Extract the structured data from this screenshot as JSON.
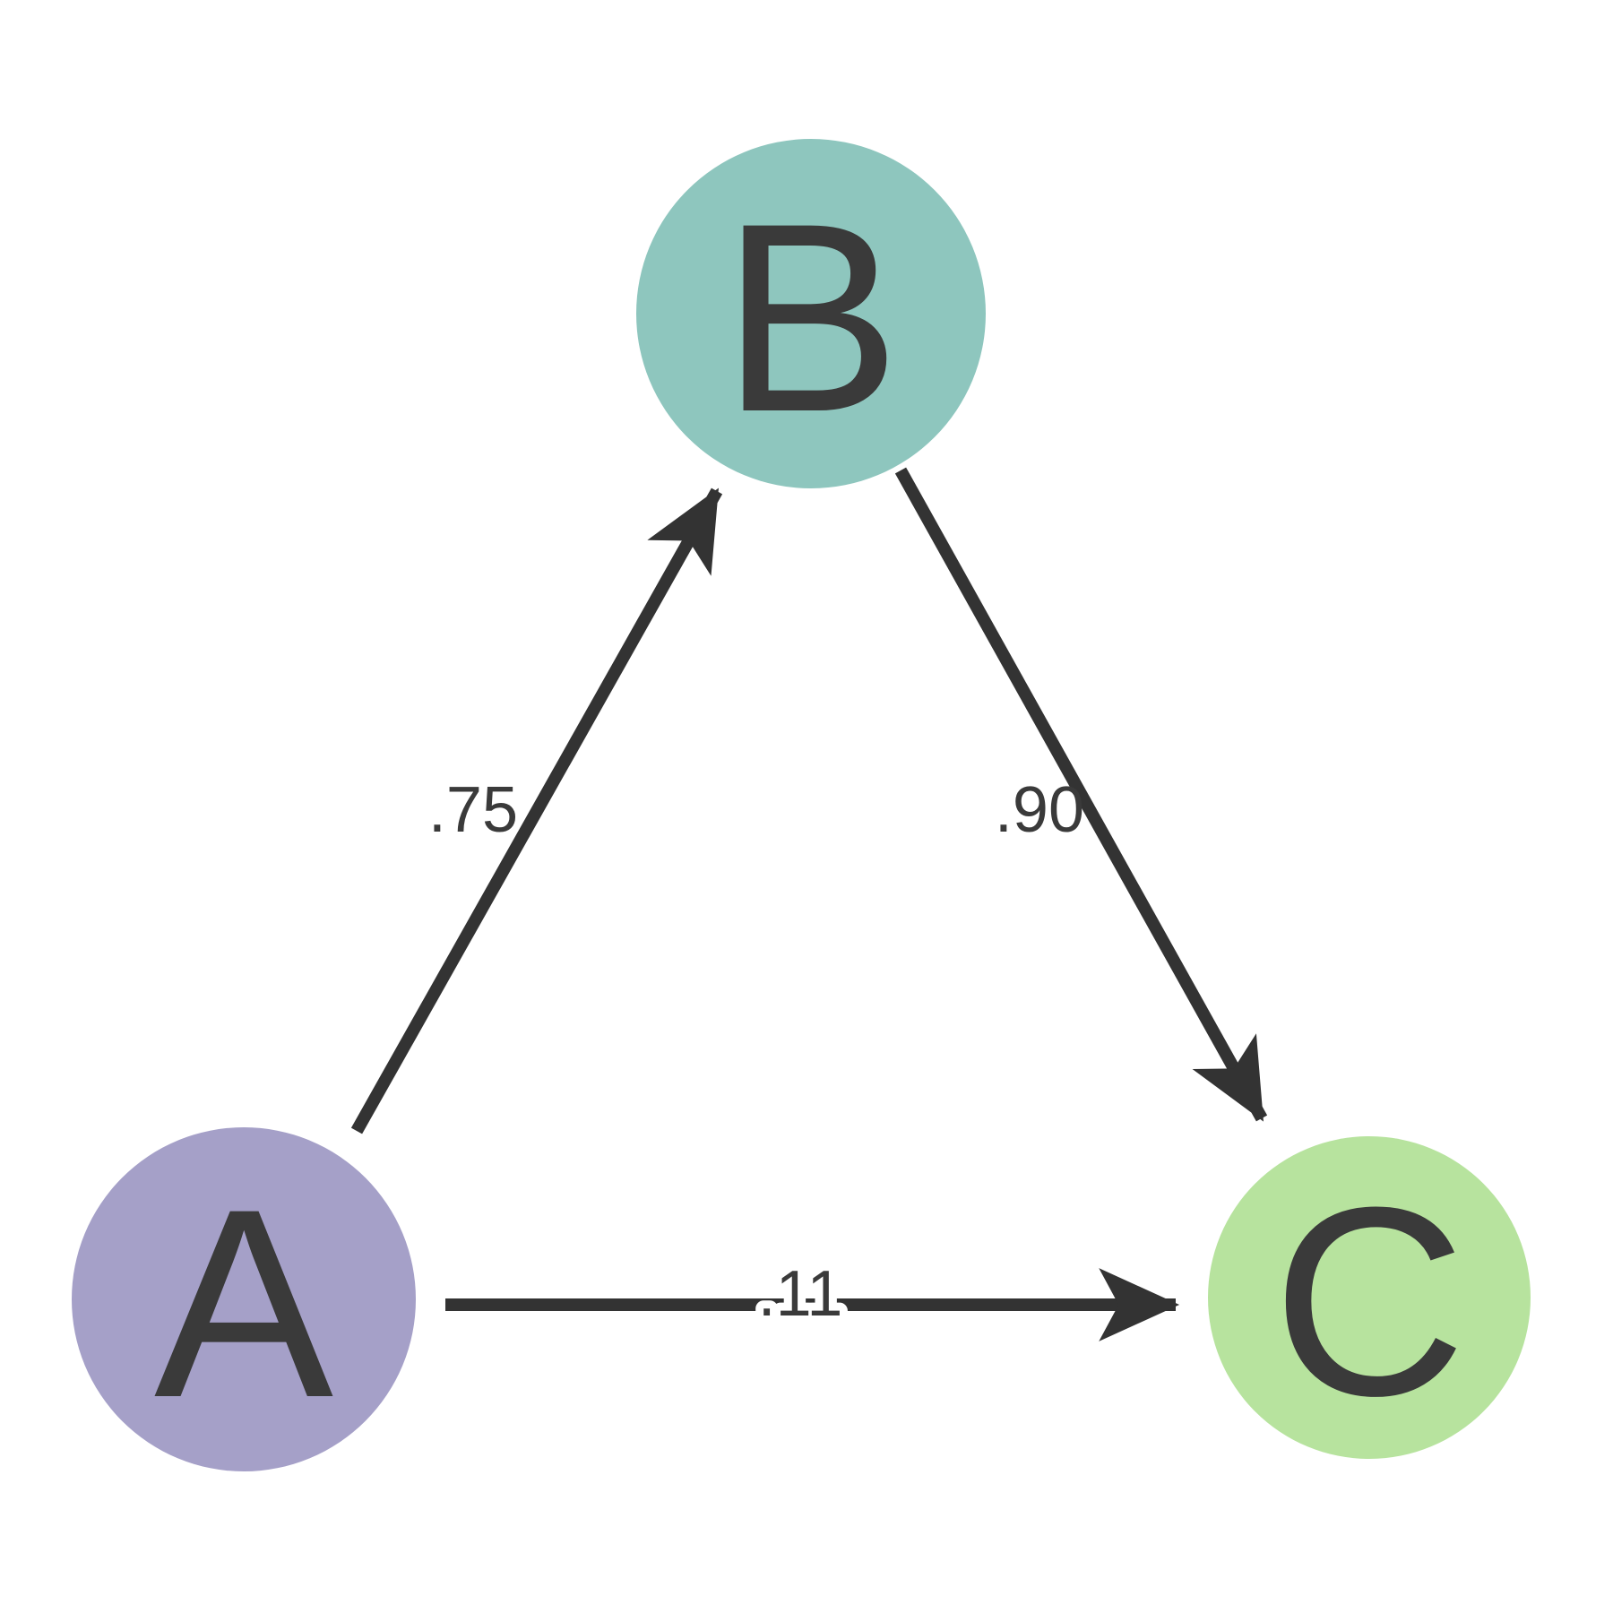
{
  "diagram": {
    "background": "#ffffff",
    "edge_color": "#333333",
    "label_color": "#3a3a3a",
    "nodes": [
      {
        "id": "A",
        "label": "A",
        "color": "#a5a0c8"
      },
      {
        "id": "B",
        "label": "B",
        "color": "#8ec6be"
      },
      {
        "id": "C",
        "label": "C",
        "color": "#b7e39e"
      }
    ],
    "edges": [
      {
        "from": "A",
        "to": "B",
        "label": ".75"
      },
      {
        "from": "B",
        "to": "C",
        "label": ".90"
      },
      {
        "from": "A",
        "to": "C",
        "label": ".11"
      }
    ]
  }
}
